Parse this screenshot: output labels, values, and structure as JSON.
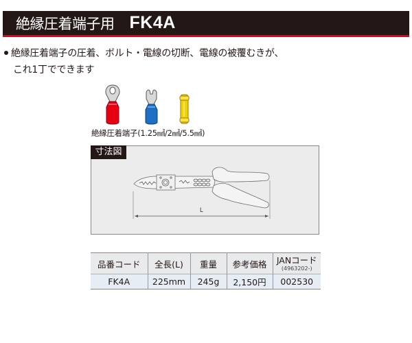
{
  "header": {
    "title": "絶縁圧着端子用",
    "model": "FK4A",
    "colors": {
      "bar": "#231815",
      "accent_line": "#e60012"
    }
  },
  "description": {
    "bullet_icon": "bullet-dot",
    "line1": "絶縁圧着端子の圧着、ボルト・電線の切断、電線の被覆むきが、",
    "line2": "これ1丁でできます"
  },
  "terminals": {
    "items": [
      {
        "name": "ring-terminal",
        "color": "#e60012"
      },
      {
        "name": "spade-terminal",
        "color": "#1e6fc4"
      },
      {
        "name": "butt-splice",
        "color": "#f5d000"
      }
    ],
    "caption": "絶縁圧着端子(1.25㎟/2㎟/5.5㎟)"
  },
  "dimension_diagram": {
    "label": "寸法図",
    "dimension_letter": "L"
  },
  "spec_table": {
    "headers": [
      {
        "label": "品番コード"
      },
      {
        "label": "全長(L)"
      },
      {
        "label": "重量"
      },
      {
        "label": "参考価格"
      },
      {
        "label": "JANコード",
        "sub": "(4963202-)"
      }
    ],
    "rows": [
      [
        "FK4A",
        "225mm",
        "245g",
        "2,150円",
        "002530"
      ]
    ]
  }
}
